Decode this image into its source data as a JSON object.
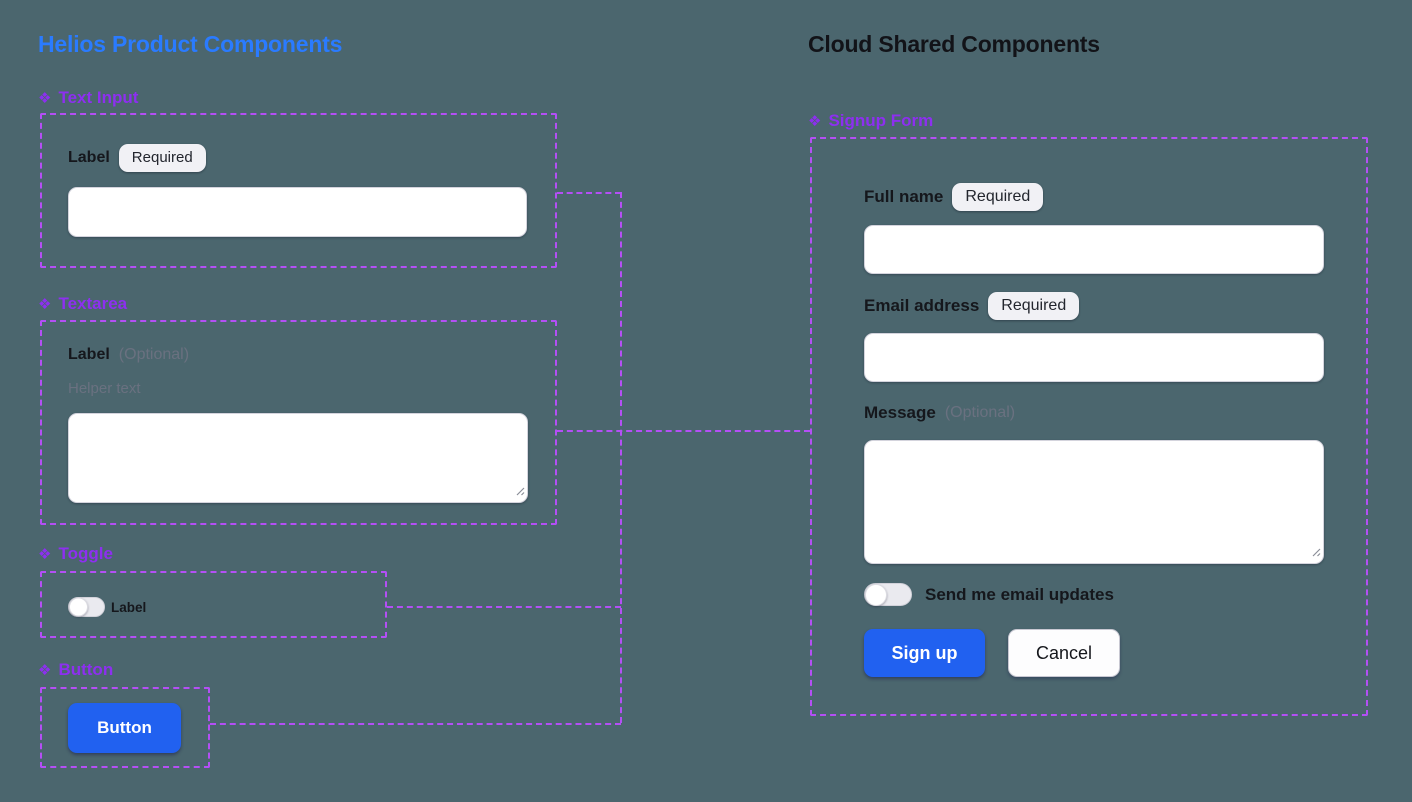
{
  "colors": {
    "background": "#4b666e",
    "accent_blue": "#2a7bff",
    "button_blue": "#2161f0",
    "component_purple": "#8d2ff0",
    "dash_purple": "#b44ff5"
  },
  "icons": {
    "component_glyph": "❖"
  },
  "left": {
    "title": "Helios Product Components",
    "text_input": {
      "component_name": "Text Input",
      "label": "Label",
      "badge": "Required"
    },
    "textarea": {
      "component_name": "Textarea",
      "label": "Label",
      "optional": "(Optional)",
      "helper": "Helper text"
    },
    "toggle": {
      "component_name": "Toggle",
      "label": "Label"
    },
    "button": {
      "component_name": "Button",
      "label": "Button"
    }
  },
  "right": {
    "title": "Cloud Shared Components",
    "signup_form": {
      "component_name": "Signup Form",
      "full_name": {
        "label": "Full name",
        "badge": "Required"
      },
      "email": {
        "label": "Email address",
        "badge": "Required"
      },
      "message": {
        "label": "Message",
        "optional": "(Optional)"
      },
      "email_updates_label": "Send me email updates",
      "submit_label": "Sign up",
      "cancel_label": "Cancel"
    }
  }
}
